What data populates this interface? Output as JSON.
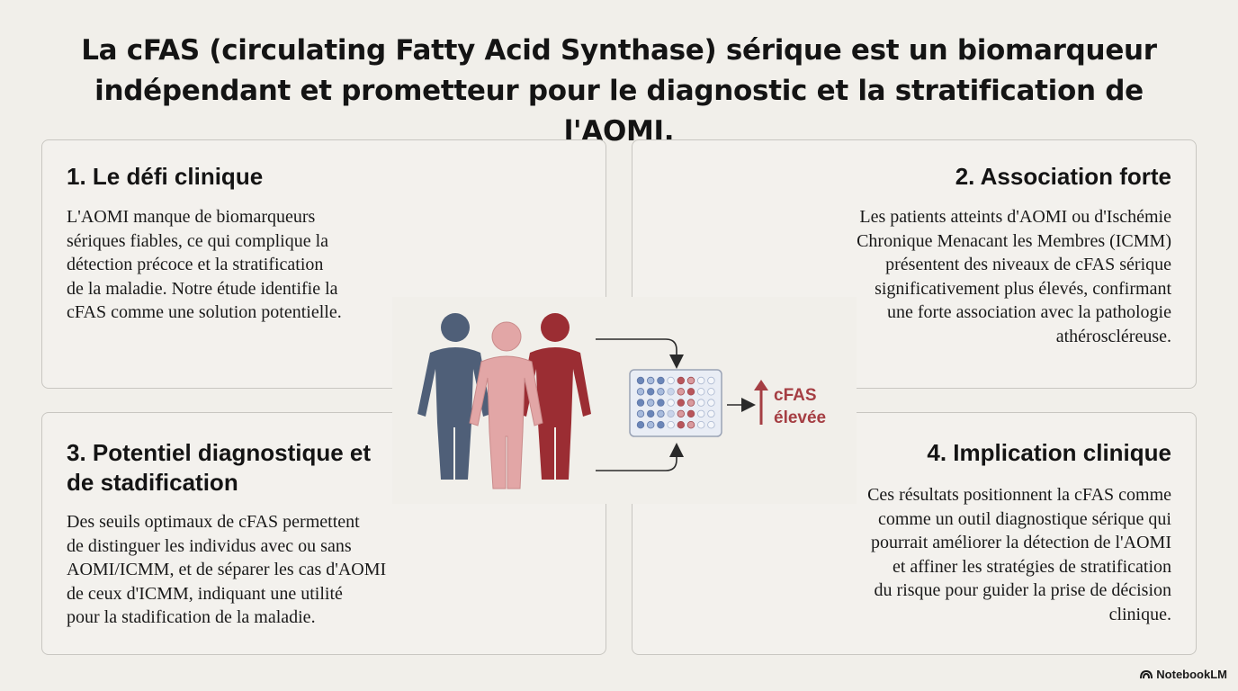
{
  "title": "La cFAS (circulating Fatty Acid Synthase) sérique est un biomarqueur indépendant et prometteur pour le diagnostic et la stratification de l'AOMI.",
  "cards": [
    {
      "heading": "1. Le défi clinique",
      "lines": [
        "L'AOMI manque de biomarqueurs",
        "sériques fiables, ce qui complique la",
        "détection précoce et la stratification",
        "de la maladie. Notre étude identifie la",
        "cFAS comme une solution potentielle."
      ]
    },
    {
      "heading": "2. Association forte",
      "lines": [
        "Les patients atteints d'AOMI ou d'Ischémie",
        "Chronique Menacant les Membres (ICMM)",
        "présentent des niveaux de cFAS sérique",
        "significativement plus élevés, confirmant",
        "une forte association avec la pathologie",
        "athéroscléreuse."
      ]
    },
    {
      "heading_lines": [
        "3. Potentiel diagnostique et",
        "de stadification"
      ],
      "lines": [
        "Des seuils optimaux de cFAS permettent",
        "de distinguer les individus avec ou sans",
        "AOMI/ICMM, et de séparer les cas d'AOMI",
        "de ceux d'ICMM, indiquant une utilité",
        "pour la stadification de la maladie."
      ]
    },
    {
      "heading": "4. Implication clinique",
      "lines": [
        "Ces résultats positionnent la cFAS comme",
        "comme un outil diagnostique sérique qui",
        "pourrait améliorer la détection de l'AOMI",
        "et affiner les stratégies de stratification",
        "du risque pour guider la prise de décision",
        "clinique."
      ]
    }
  ],
  "illustration": {
    "label_line1": "cFAS",
    "label_line2": "élevée",
    "colors": {
      "person_blue": "#4f5f78",
      "person_pink": "#e2a6a6",
      "person_red": "#9b2d33",
      "accent": "#a53e43",
      "plate_blue": "#6b86b8",
      "plate_red": "#b8555b"
    }
  },
  "branding": "NotebookLM"
}
